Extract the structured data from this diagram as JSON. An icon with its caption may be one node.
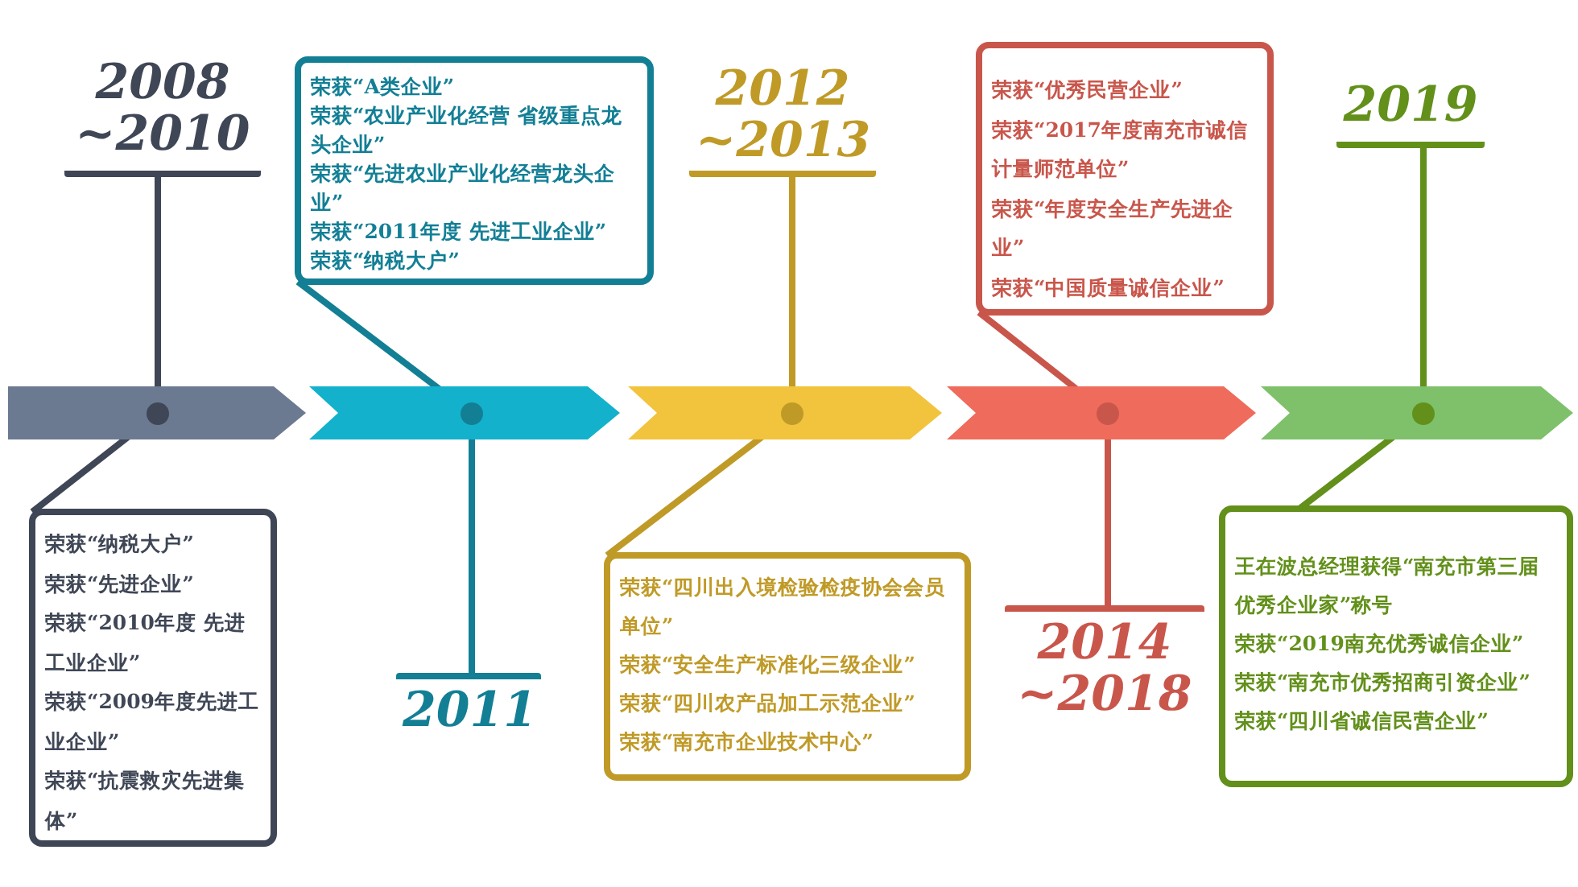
{
  "diagram": {
    "nodes": [
      {
        "text": [],
        "shape": "chevron"
      },
      {
        "text": [],
        "shape": "chevron"
      },
      {
        "text": [],
        "shape": "chevron"
      },
      {
        "text": [],
        "shape": "chevron"
      },
      {
        "text": [],
        "shape": "chevron"
      },
      {
        "text": [],
        "shape": "circle",
        "in": 0
      },
      {
        "text": [],
        "shape": "circle",
        "in": 1
      },
      {
        "text": [],
        "shape": "circle",
        "in": 2
      },
      {
        "text": [],
        "shape": "circle",
        "in": 3
      },
      {
        "text": [],
        "shape": "circle",
        "in": 4
      },
      {
        "text": [
          "2008 ~2010"
        ]
      },
      {
        "text": [
          "2011"
        ]
      },
      {
        "text": [
          "2012 ~2013"
        ]
      },
      {
        "text": [
          "2014 ~2018"
        ]
      },
      {
        "text": [
          "2019"
        ]
      },
      {
        "text": [
          "荣获“纳税大户”",
          "荣获“先进企业”",
          "荣获“2010年度 先进工业企业”",
          "荣获“2009年度先进工业企业”",
          "荣获“抗震救灾先进集体”"
        ]
      },
      {
        "text": [
          "荣获“A类企业”",
          "荣获“农业产业化经营 省级重点龙头企业”",
          "荣获“先进农业产业化经营龙头企业”",
          "荣获“2011年度 先进工业企业”",
          "荣获“纳税大户”"
        ]
      },
      {
        "text": [
          "荣获“四川出入境检验检疫协会会员单位”",
          "荣获“安全生产标准化三级企业”",
          "荣获“四川农产品加工示范企业”",
          "荣获“南充市企业技术中心”"
        ]
      },
      {
        "text": [
          "荣获“优秀民营企业”",
          "荣获“2017年度南充市诚信计量师范单位”",
          "荣获“年度安全生产先进企业”",
          "荣获“中国质量诚信企业”"
        ]
      },
      {
        "text": [
          "王在波总经理获得“南充市第三届优秀企业家”称号",
          "荣获“2019南充优秀诚信企业”",
          "荣获“南充市优秀招商引资企业”",
          "荣获“四川省诚信民营企业”"
        ]
      }
    ],
    "edges": [
      {
        "from": 10,
        "to": 5,
        "arrow": "none",
        "color": "#3f4656"
      },
      {
        "from": 15,
        "to": 5,
        "arrow": "none",
        "color": "#3f4656"
      },
      {
        "from": 11,
        "to": 6,
        "arrow": "none",
        "color": "#127f95"
      },
      {
        "from": 16,
        "to": 6,
        "arrow": "none",
        "color": "#127f95"
      },
      {
        "from": 12,
        "to": 7,
        "arrow": "none",
        "color": "#c09a27"
      },
      {
        "from": 17,
        "to": 7,
        "arrow": "none",
        "color": "#c09a27"
      },
      {
        "from": 13,
        "to": 8,
        "arrow": "none",
        "color": "#c9564b"
      },
      {
        "from": 18,
        "to": 8,
        "arrow": "none",
        "color": "#c9564b"
      },
      {
        "from": 14,
        "to": 9,
        "arrow": "none",
        "color": "#62901a"
      },
      {
        "from": 19,
        "to": 9,
        "arrow": "none",
        "color": "#62901a"
      }
    ]
  }
}
